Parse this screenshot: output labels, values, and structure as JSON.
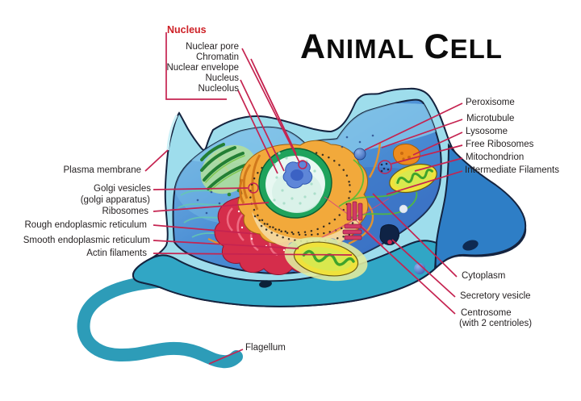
{
  "title": {
    "p1": "A",
    "p2": "NIMAL",
    "p3": "C",
    "p4": "ELL"
  },
  "nucleus_group": {
    "header": "Nucleus",
    "items": [
      "Nuclear pore",
      "Chromatin",
      "Nuclear envelope",
      "Nucleus",
      "Nucleolus"
    ]
  },
  "left_labels": [
    "Plasma membrane",
    "Golgi vesicles",
    "(golgi apparatus)",
    "Ribosomes",
    "Rough endoplasmic reticulum",
    "Smooth endoplasmic reticulum",
    "Actin filaments"
  ],
  "right_labels": [
    "Peroxisome",
    "Microtubule",
    "Lysosome",
    "Free Ribosomes",
    "Mitochondrion",
    "Intermediate Filaments"
  ],
  "bottom_right_labels": [
    "Cytoplasm",
    "Secretory vesicle",
    "Centrosome",
    "(with 2 centrioles)"
  ],
  "bottom_left_labels": [
    "Flagellum"
  ],
  "palette": {
    "leader_line": "#C52350",
    "nucleus_header_red": "#CE2127",
    "label_text": "#231F20",
    "title_black": "#0B0B0B",
    "cell_rim_cyan": "#9EDDEC",
    "cytoplasm_blue": "#4C8FD5",
    "cell_body_teal": "#31A6C5",
    "right_lobe_blue": "#2E7EC6",
    "flagellum_teal": "#2D9CB8",
    "nucleus_envelope_orange": "#F2A93B",
    "nucleolus_blue": "#5E86D8",
    "golgi_green": "#237F34",
    "er_red": "#D52D4B",
    "mitochondrion_yellow": "#EFE23C",
    "lysosome_orange": "#EE8C1E"
  }
}
